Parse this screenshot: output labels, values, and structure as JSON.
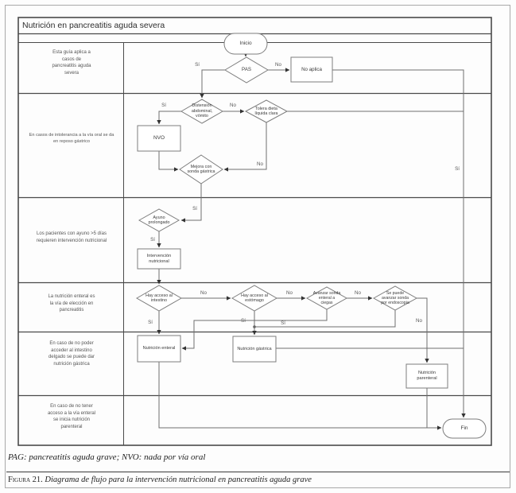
{
  "title": "Nutrición en pancreatitis aguda severa",
  "lanes": [
    {
      "label": "Esta guía aplica a\ncasos de\npancreatitis aguda\nsevera"
    },
    {
      "label": "En casos de intolerancia a la vía oral se da\nen reposo gástrico"
    },
    {
      "label": "Los pacientes con ayuno >5 días\nrequieren intervención nutricional"
    },
    {
      "label": "La nutrición enteral es\nla vía de elección en\npancreatitis"
    },
    {
      "label": "En caso de no poder\nacceder al intestino\ndelgado se puede dar\nnutrición gástrica"
    },
    {
      "label": "En caso de no tener\nacceso a la vía enteral\nse inicia nutrición\nparenteral"
    }
  ],
  "nodes": {
    "inicio": "Inicio",
    "pas": "PAS",
    "no_aplica": "No aplica",
    "distension": "Distensión\nabdominal,\nvómito",
    "tolera": "Tolera dieta\nlíquida clara",
    "nvo": "NVO",
    "mejora": "Mejora con\nsonda gástrica",
    "ayuno": "Ayuno\nprolongado",
    "intervencion": "Intervención\nnutricional",
    "intestino": "Hay acceso al\nintestino",
    "estomago": "Hay acceso al\nestómago",
    "ciegas": "Avanzar sonda\nenteral a\nciegas",
    "endoscopia": "Se puede\navanzar sonda\npor endoscopia",
    "enteral": "Nutrición enteral",
    "gastrica": "Nutrición gástrica",
    "parenteral": "Nutrición\nparenteral",
    "fin": "Fin"
  },
  "labels": {
    "si": "Sí",
    "no": "No"
  },
  "footer": {
    "abbreviations": "PAG: pancreatitis aguda grave; NVO: nada por vía oral",
    "figure_label": "Figura 21.",
    "figure_caption": " Diagrama de flujo para la intervención nutricional en pancreatitis aguda grave"
  }
}
